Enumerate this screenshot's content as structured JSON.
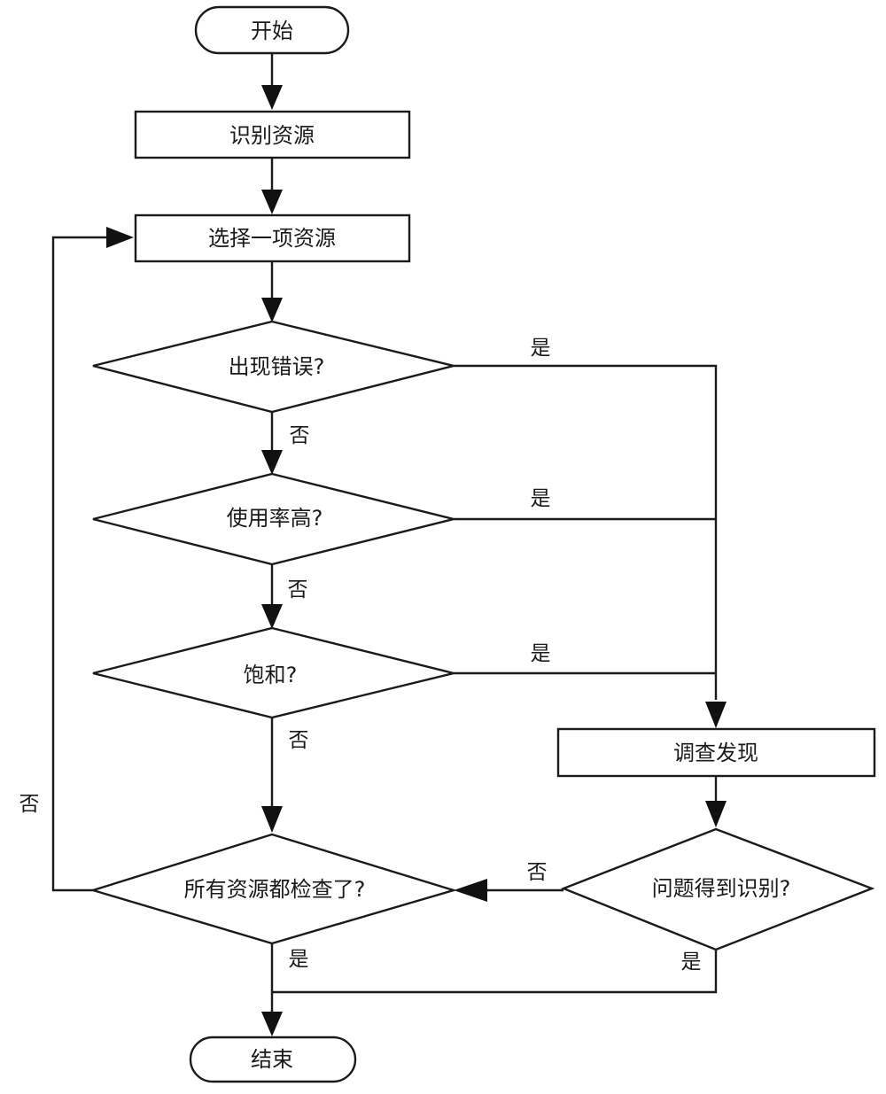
{
  "nodes": {
    "start": "开始",
    "identify": "识别资源",
    "select": "选择一项资源",
    "error_check": "出现错误?",
    "utilization_check": "使用率高?",
    "saturation_check": "饱和?",
    "investigate": "调查发现",
    "problem_identified": "问题得到识别?",
    "all_checked": "所有资源都检查了?",
    "end": "结束"
  },
  "edges": {
    "error_yes": "是",
    "error_no": "否",
    "utilization_yes": "是",
    "utilization_no": "否",
    "saturation_yes": "是",
    "saturation_no": "否",
    "problem_no": "否",
    "problem_yes": "是",
    "all_checked_yes": "是",
    "all_checked_no": "否"
  },
  "colors": {
    "stroke": "#1a1a1a",
    "fill": "#ffffff"
  }
}
